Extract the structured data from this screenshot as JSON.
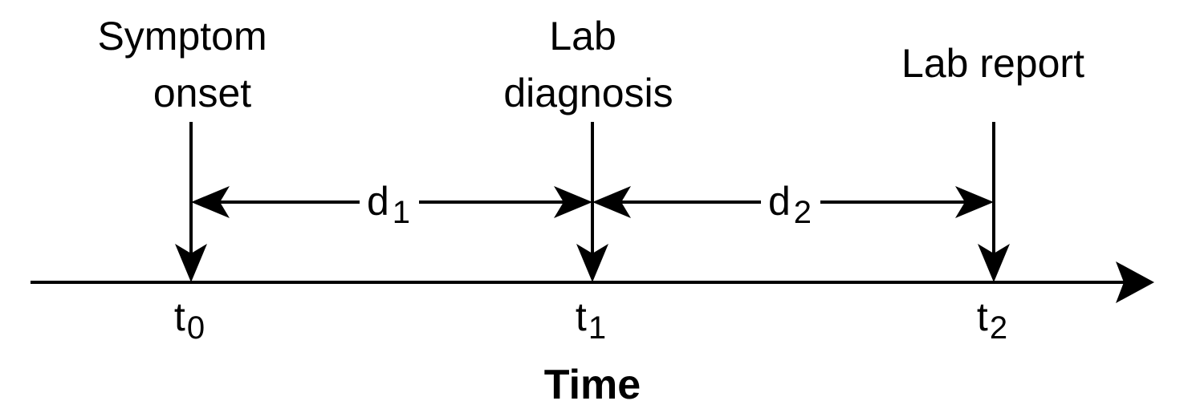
{
  "events": [
    {
      "line1": "Symptom",
      "line2": "onset"
    },
    {
      "line1": "Lab",
      "line2": "diagnosis"
    },
    {
      "line1": "Lab report"
    }
  ],
  "durations": [
    {
      "base": "d",
      "sub": "1"
    },
    {
      "base": "d",
      "sub": "2"
    }
  ],
  "ticks": [
    {
      "base": "t",
      "sub": "0"
    },
    {
      "base": "t",
      "sub": "1"
    },
    {
      "base": "t",
      "sub": "2"
    }
  ],
  "axis": {
    "title": "Time"
  },
  "colors": {
    "stroke": "#000000",
    "background": "#ffffff"
  }
}
